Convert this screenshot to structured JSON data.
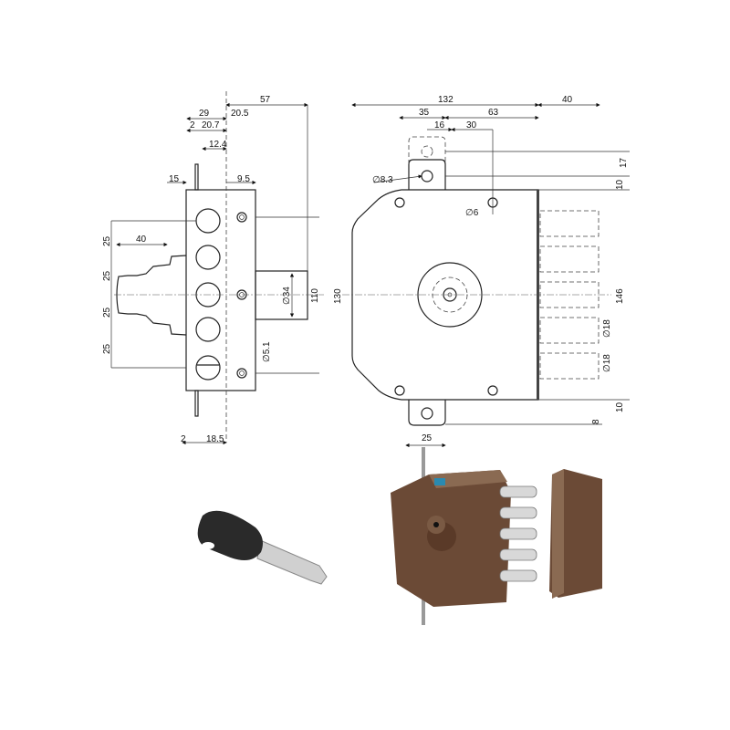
{
  "side_view": {
    "dims": {
      "d57": "57",
      "d29": "29",
      "d20_5": "20.5",
      "d2_top": "2",
      "d20_7": "20.7",
      "d12_4": "12.4",
      "d15": "15",
      "d9_5": "9.5",
      "d40": "40",
      "d25_a": "25",
      "d25_b": "25",
      "d25_c": "25",
      "d25_d": "25",
      "d34": "∅34",
      "d110": "110",
      "d130": "130",
      "d5_1": "∅5.1",
      "d2_bottom": "2",
      "d18_5": "18.5"
    }
  },
  "front_view": {
    "dims": {
      "d132": "132",
      "d40": "40",
      "d35": "35",
      "d63": "63",
      "d16": "16",
      "d30": "30",
      "d8_3": "∅8.3",
      "d6": "∅6",
      "d17": "17",
      "d10_top": "10",
      "d146": "146",
      "d18_a": "∅18",
      "d18_b": "∅18",
      "d10_bottom": "10",
      "d8": "8",
      "d25": "25"
    }
  },
  "colors": {
    "lock_body": "#6b4a36",
    "key_head": "#2a2a2a",
    "bolt": "#d8d8d8"
  }
}
